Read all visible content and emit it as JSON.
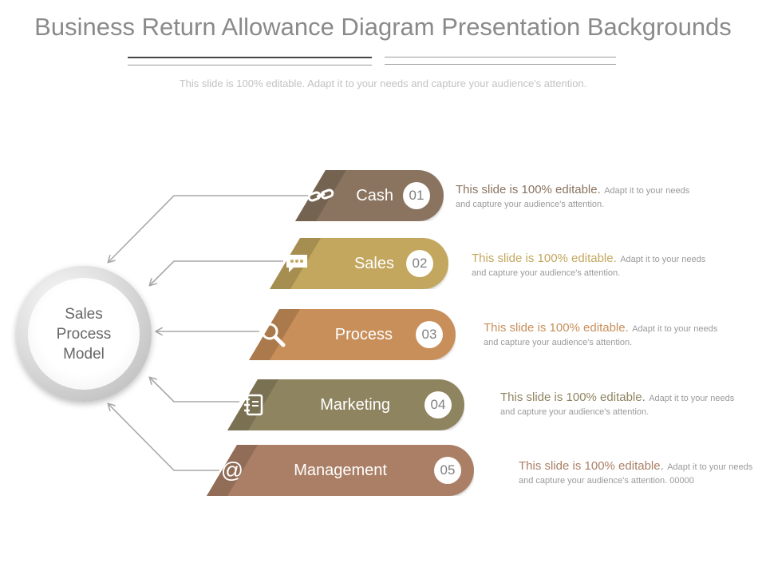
{
  "title": "Business Return Allowance Diagram Presentation Backgrounds",
  "subtitle": "This slide is 100% editable. Adapt it to your needs and capture your audience's attention.",
  "hub": {
    "lines": [
      "Sales",
      "Process",
      "Model"
    ]
  },
  "steps": [
    {
      "label": "Cash",
      "number": "01",
      "icon": "link-icon",
      "color": "#8a7460",
      "desc_lead": "This slide is 100% editable.",
      "desc_rest": "Adapt it to your needs and capture your audience's attention.",
      "lead_color": "#8a7460"
    },
    {
      "label": "Sales",
      "number": "02",
      "icon": "chat-bubble-icon",
      "color": "#c3a75e",
      "desc_lead": "This slide is 100% editable.",
      "desc_rest": "Adapt it to your needs and capture your audience's attention.",
      "lead_color": "#c3a75e"
    },
    {
      "label": "Process",
      "number": "03",
      "icon": "magnifier-icon",
      "color": "#c88f5a",
      "desc_lead": "This slide is 100% editable.",
      "desc_rest": "Adapt it to your needs and capture your audience's attention.",
      "lead_color": "#c88f5a"
    },
    {
      "label": "Marketing",
      "number": "04",
      "icon": "notebook-icon",
      "color": "#8f8460",
      "desc_lead": "This slide is 100% editable.",
      "desc_rest": "Adapt it to your needs and capture your audience's attention.",
      "lead_color": "#8f8460"
    },
    {
      "label": "Management",
      "number": "05",
      "icon": "at-sign-icon",
      "color": "#aa7f66",
      "desc_lead": "This slide is 100% editable.",
      "desc_rest": "Adapt it to your needs and capture your audience's attention. 00000",
      "lead_color": "#aa7f66"
    }
  ]
}
